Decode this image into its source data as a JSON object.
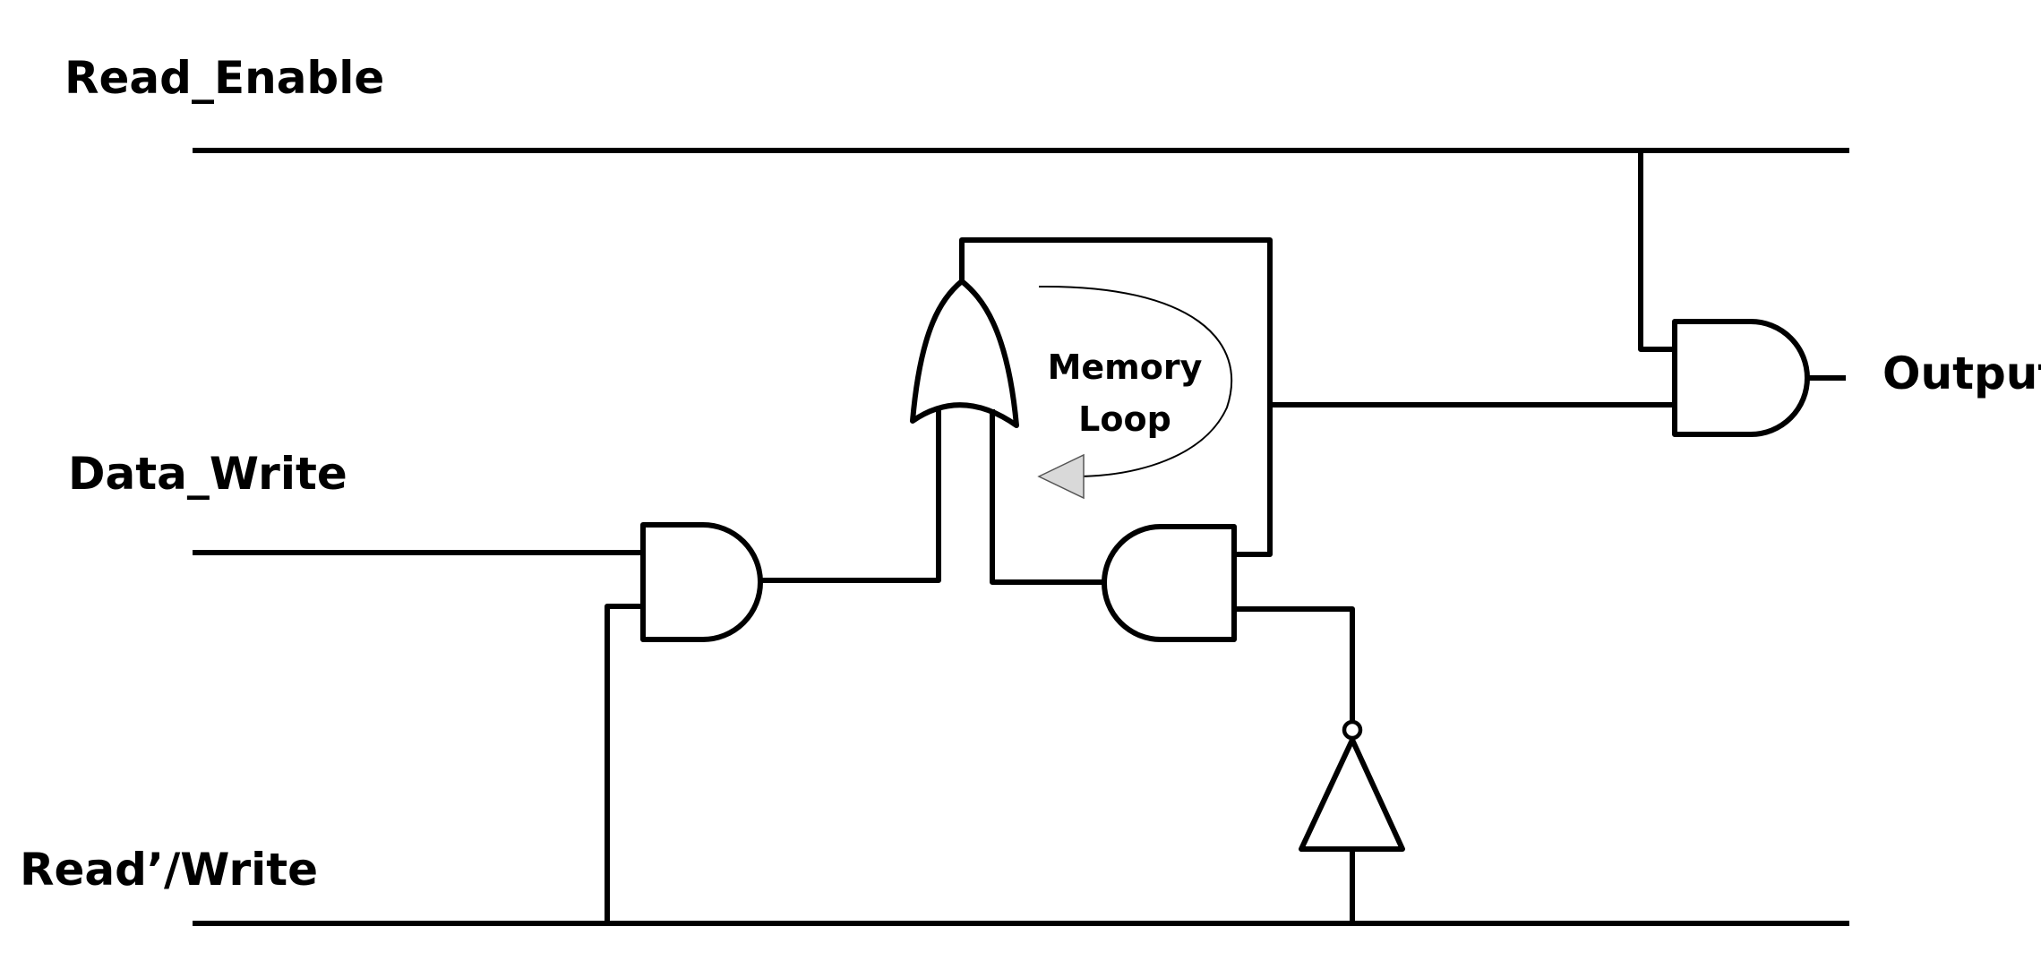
{
  "signals": {
    "read_enable": "Read_Enable",
    "data_write": "Data_Write",
    "read_write": "Read’/Write",
    "output": "Output"
  },
  "memory_loop": {
    "line1": "Memory",
    "line2": "Loop"
  },
  "colors": {
    "wire": "#000000",
    "background": "#ffffff",
    "loop_arrow_fill": "#d9d9d9"
  }
}
